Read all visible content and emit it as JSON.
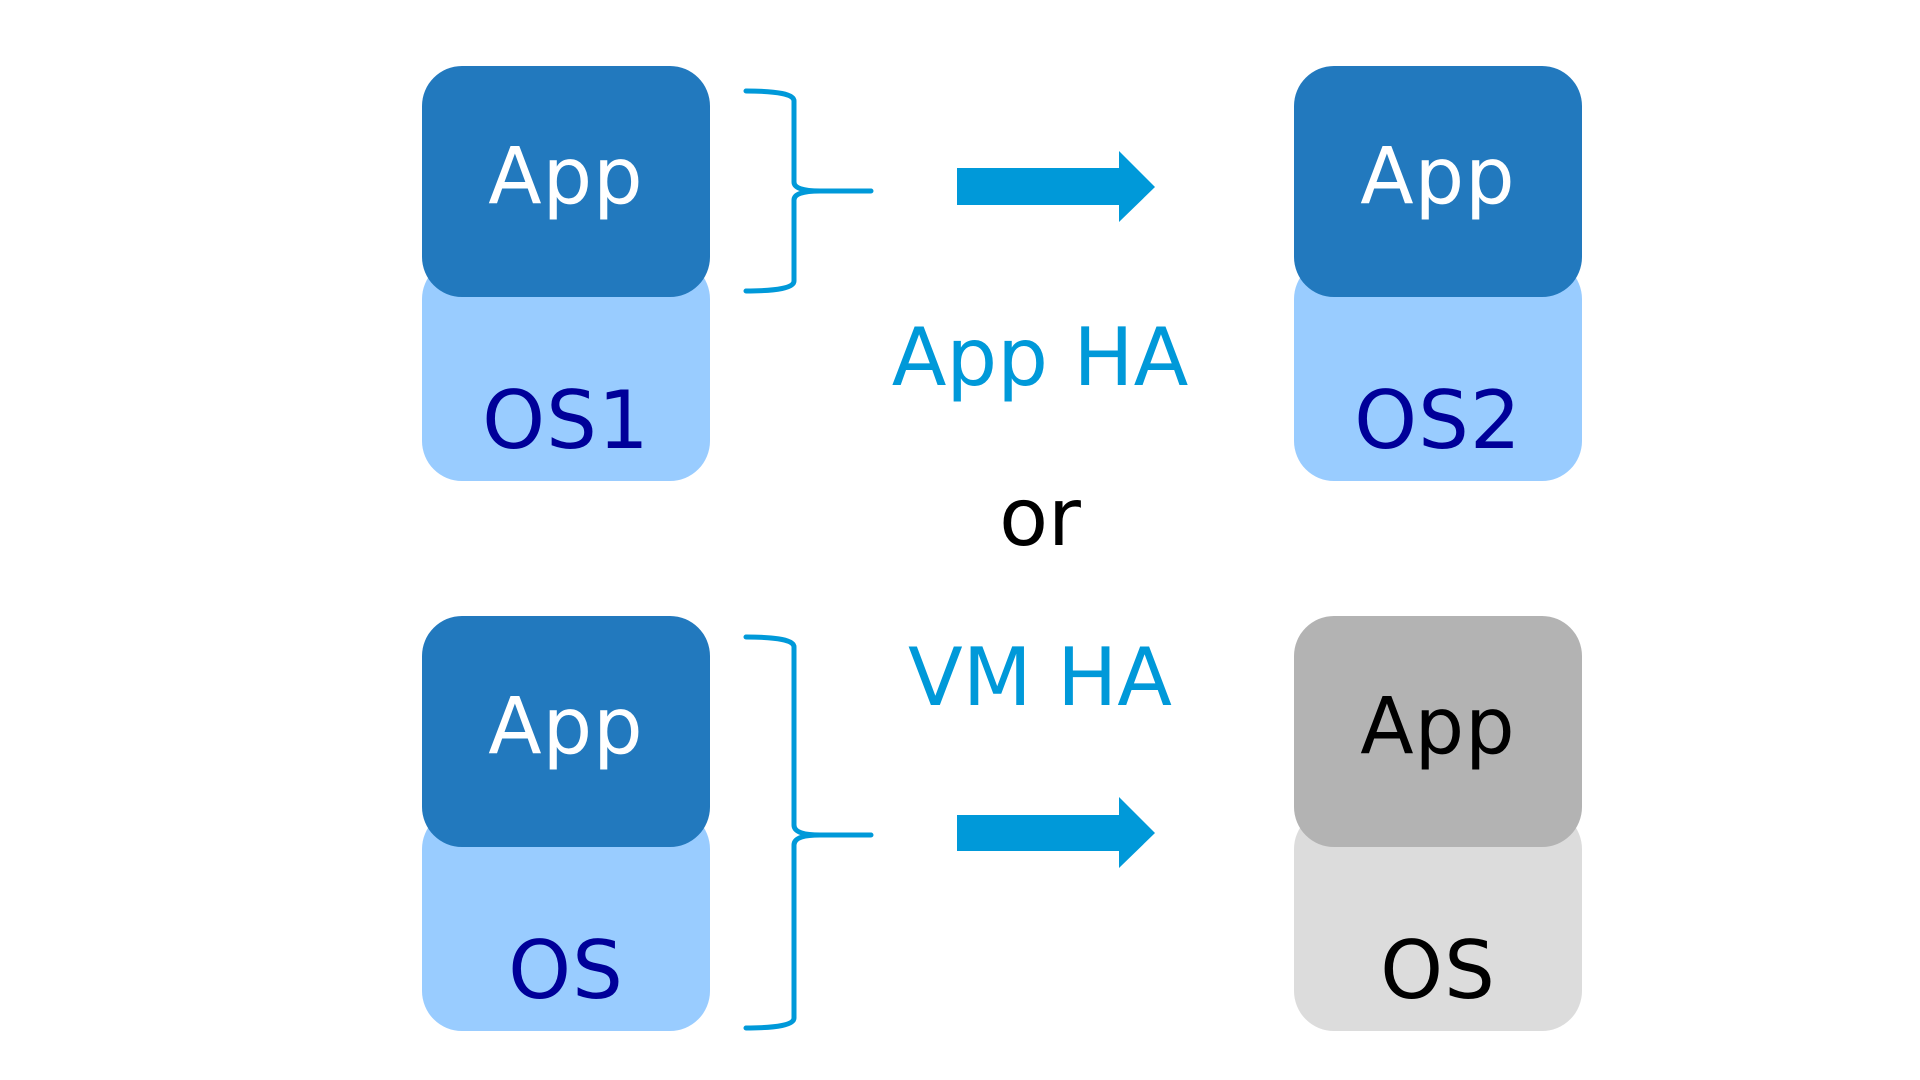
{
  "colors": {
    "app_block": "#2279be",
    "os_block": "#99ccff",
    "inactive_app_block": "#b3b3b3",
    "inactive_os_block": "#dcdcdc",
    "accent_label": "#0099d9",
    "os_text": "#000099",
    "connector": "#0099d9"
  },
  "top_row": {
    "source": {
      "app": "App",
      "os": "OS1"
    },
    "target": {
      "app": "App",
      "os": "OS2"
    },
    "label": "App HA"
  },
  "separator": "or",
  "bottom_row": {
    "label": "VM HA",
    "source": {
      "app": "App",
      "os": "OS"
    },
    "target": {
      "app": "App",
      "os": "OS"
    }
  }
}
